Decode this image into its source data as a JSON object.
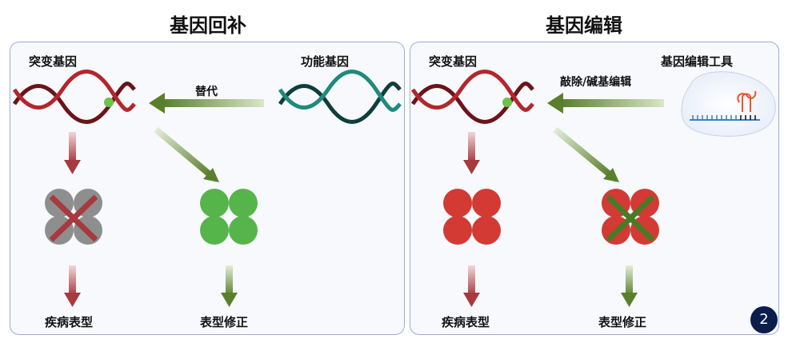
{
  "left": {
    "title": "基因回补",
    "mutant_label": "突变基因",
    "functional_label": "功能基因",
    "arrow_label": "替代",
    "disease_label": "疾病表型",
    "corrected_label": "表型修正"
  },
  "right": {
    "title": "基因编辑",
    "mutant_label": "突变基因",
    "tool_label": "基因编辑工具",
    "arrow_label": "敲除/碱基编辑",
    "disease_label": "疾病表型",
    "corrected_label": "表型修正"
  },
  "badge": "2",
  "colors": {
    "dna_red": "#b3262b",
    "dna_dark": "#6b1418",
    "dna_teal": "#1f8a7d",
    "dna_teal_dark": "#0f3f3a",
    "arrow_red": "#a63a3f",
    "arrow_green": "#5a7f2b",
    "cell_grey": "#8e8e8e",
    "cell_green": "#55b54a",
    "cell_red": "#d33a34"
  }
}
